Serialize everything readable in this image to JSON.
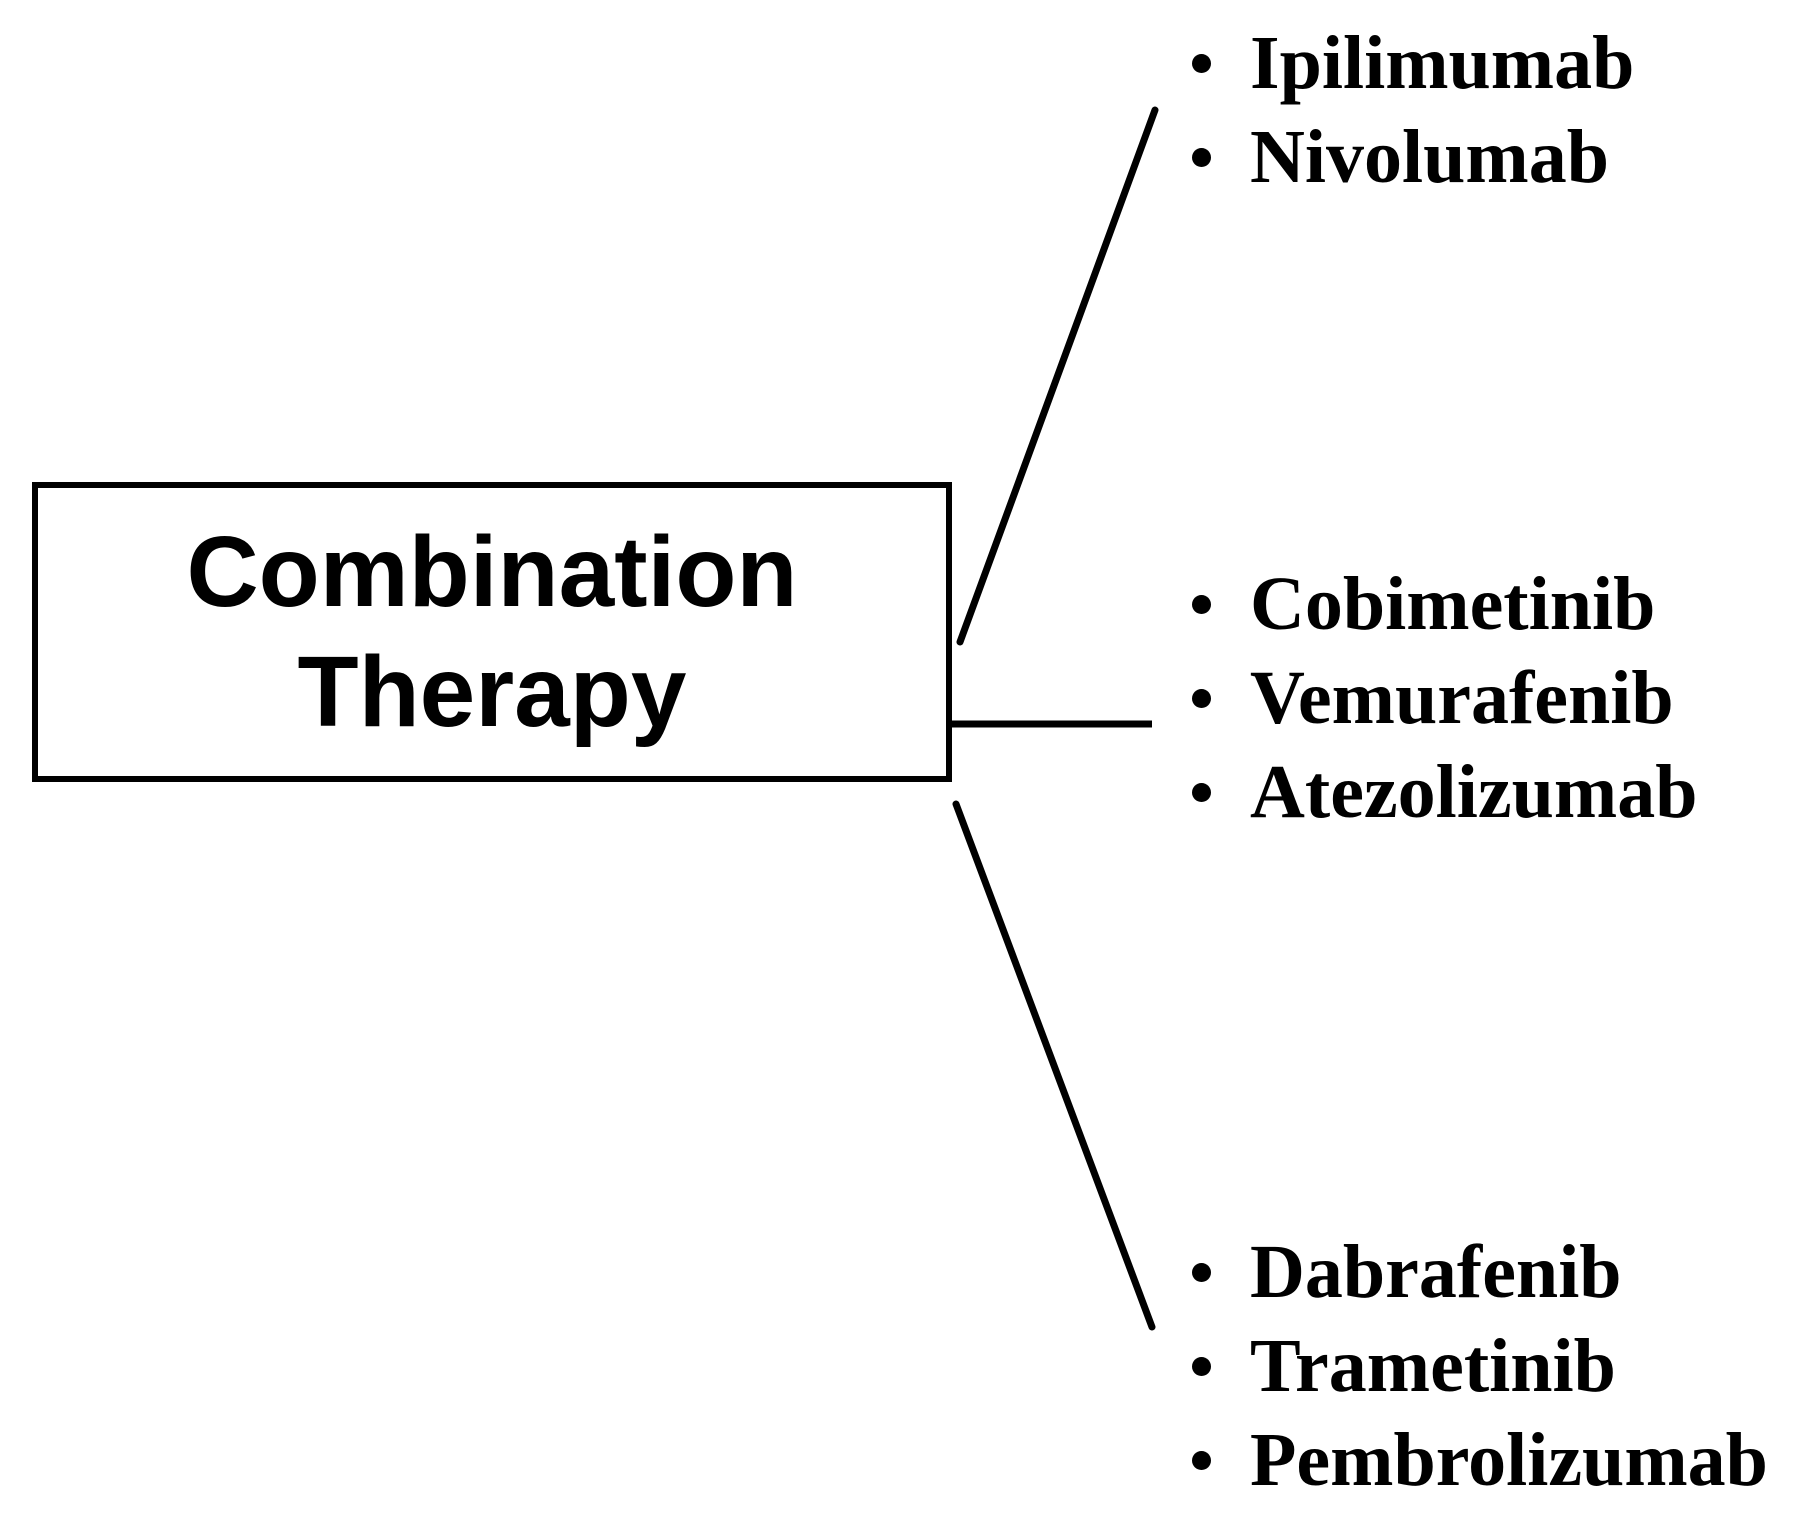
{
  "title": {
    "label": "Combination Therapy"
  },
  "groups": [
    {
      "items": [
        "Ipilimumab",
        "Nivolumab"
      ]
    },
    {
      "items": [
        "Cobimetinib",
        "Vemurafenib",
        "Atezolizumab"
      ]
    },
    {
      "items": [
        "Dabrafenib",
        "Trametinib",
        "Pembrolizumab"
      ]
    }
  ],
  "colors": {
    "foreground": "#000000",
    "background": "#ffffff"
  }
}
